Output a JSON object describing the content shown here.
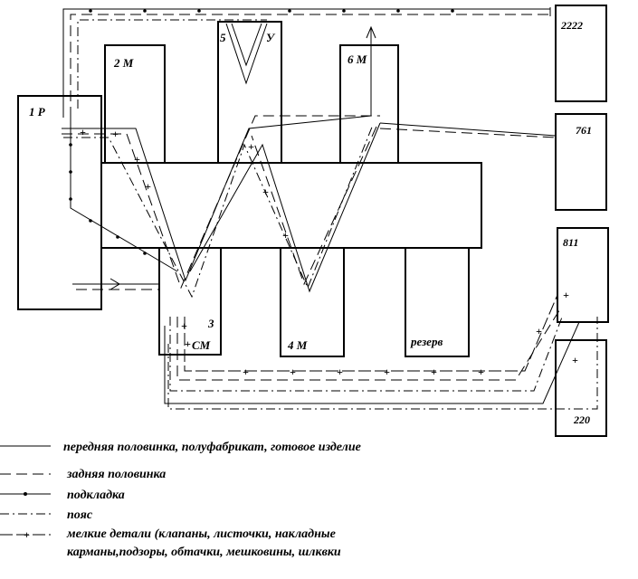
{
  "stations": {
    "s1": "1 Р",
    "s2": "2   М",
    "s5": "5",
    "s5u": "У",
    "s6": "6    М",
    "s3": "3",
    "s3cm": "СМ",
    "s4": "4      М",
    "reserve": "резерв",
    "b2222": "2222",
    "b761": "761",
    "b811": "811",
    "b220": "220"
  },
  "legend": {
    "front": "передняя половинка, полуфабрикат, готовое изделие",
    "back": "задняя половинка",
    "lining": "подкладка",
    "belt": "пояс",
    "small_line1": "мелкие детали (клапаны, листочки, накладные",
    "small_line2": "карманы,подзоры, обтачки, мешковины, шлквки"
  }
}
